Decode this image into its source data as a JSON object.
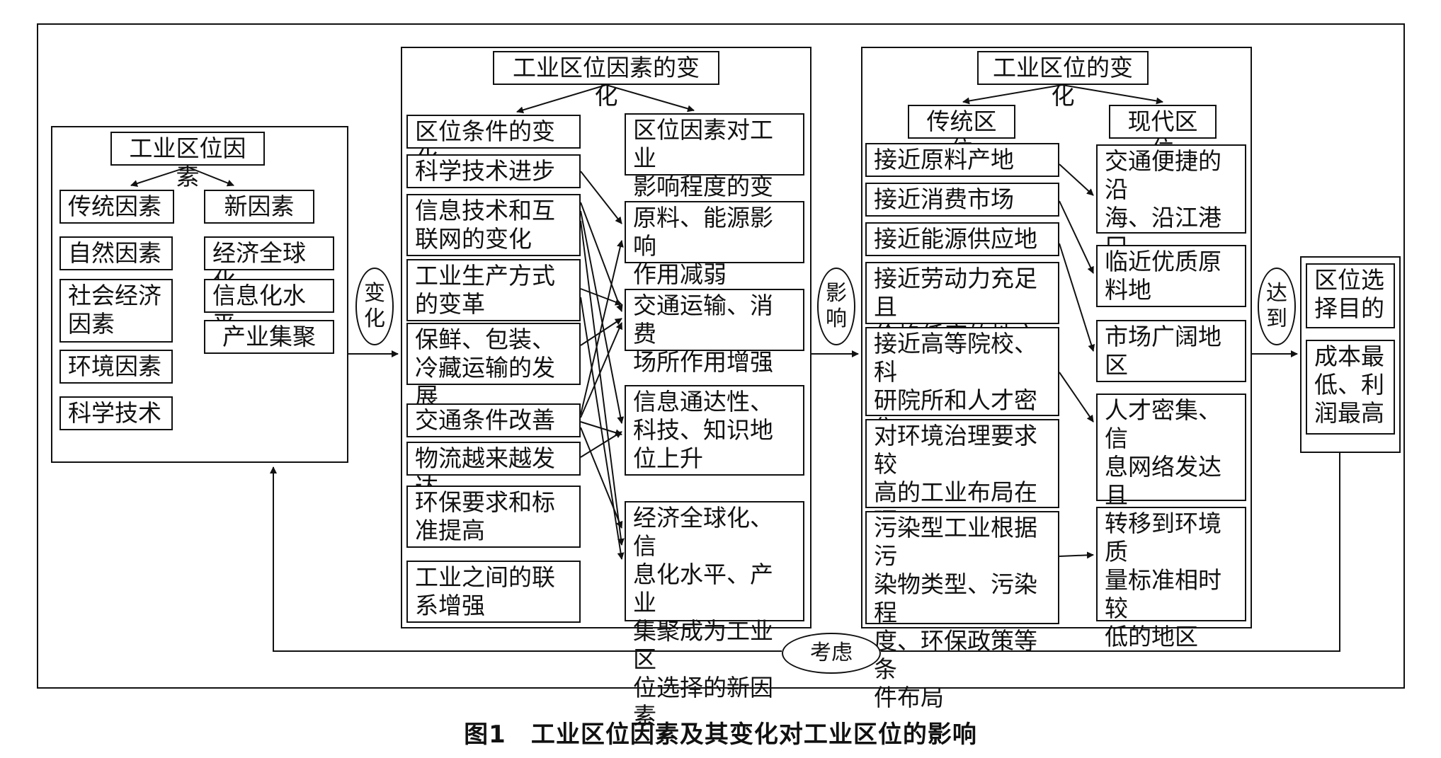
{
  "panel1": {
    "title": "工业区位因素",
    "traditional": "传统因素",
    "new": "新因素",
    "items_left": [
      "自然因素",
      "社会经济\n因素",
      "环境因素",
      "科学技术"
    ],
    "items_right": [
      "经济全球化",
      "信息化水平",
      "产业集聚"
    ]
  },
  "label_change": "变\n化",
  "panel2": {
    "title": "工业区位因素的变化",
    "left_header": "区位条件的变化",
    "left_items": [
      "科学技术进步",
      "信息技术和互\n联网的变化",
      "工业生产方式\n的变革",
      "保鲜、包装、\n冷藏运输的发展",
      "交通条件改善",
      "物流越来越发达",
      "环保要求和标\n准提高",
      "工业之间的联\n系增强"
    ],
    "right_header": "区位因素对工业\n影响程度的变化",
    "right_items": [
      "原料、能源影响\n作用减弱",
      "交通运输、消费\n场所作用增强",
      "信息通达性、\n科技、知识地\n位上升",
      "经济全球化、信\n息化水平、产业\n集聚成为工业区\n位选择的新因素"
    ]
  },
  "label_influence": "影\n响",
  "panel3": {
    "title": "工业区位的变化",
    "traditional_title": "传统区位",
    "modern_title": "现代区位",
    "traditional_items": [
      "接近原料产地",
      "接近消费市场",
      "接近能源供应地",
      "接近劳动力充足且\n价格低廉的地方",
      "接近高等院校、科\n研院所和人才密集\n的地方",
      "对环境治理要求较\n高的工业布局在环\n境质量较高的地区",
      "污染型工业根据污\n染物类型、污染程\n度、环保政策等条\n件布局"
    ],
    "modern_items": [
      "交通便捷的沿\n海、沿江港口\n布局",
      "临近优质原\n料地",
      "市场广阔地区",
      "人才密集、信\n息网络发达且\n航空运输发达\n的地方",
      "转移到环境质\n量标准相时较\n低的地区"
    ]
  },
  "label_achieve": "达\n到",
  "panel4": {
    "items": [
      "区位选\n择目的",
      "成本最\n低、利\n润最高"
    ]
  },
  "label_consider": "考虑",
  "caption": "图1　工业区位因素及其变化对工业区位的影响"
}
